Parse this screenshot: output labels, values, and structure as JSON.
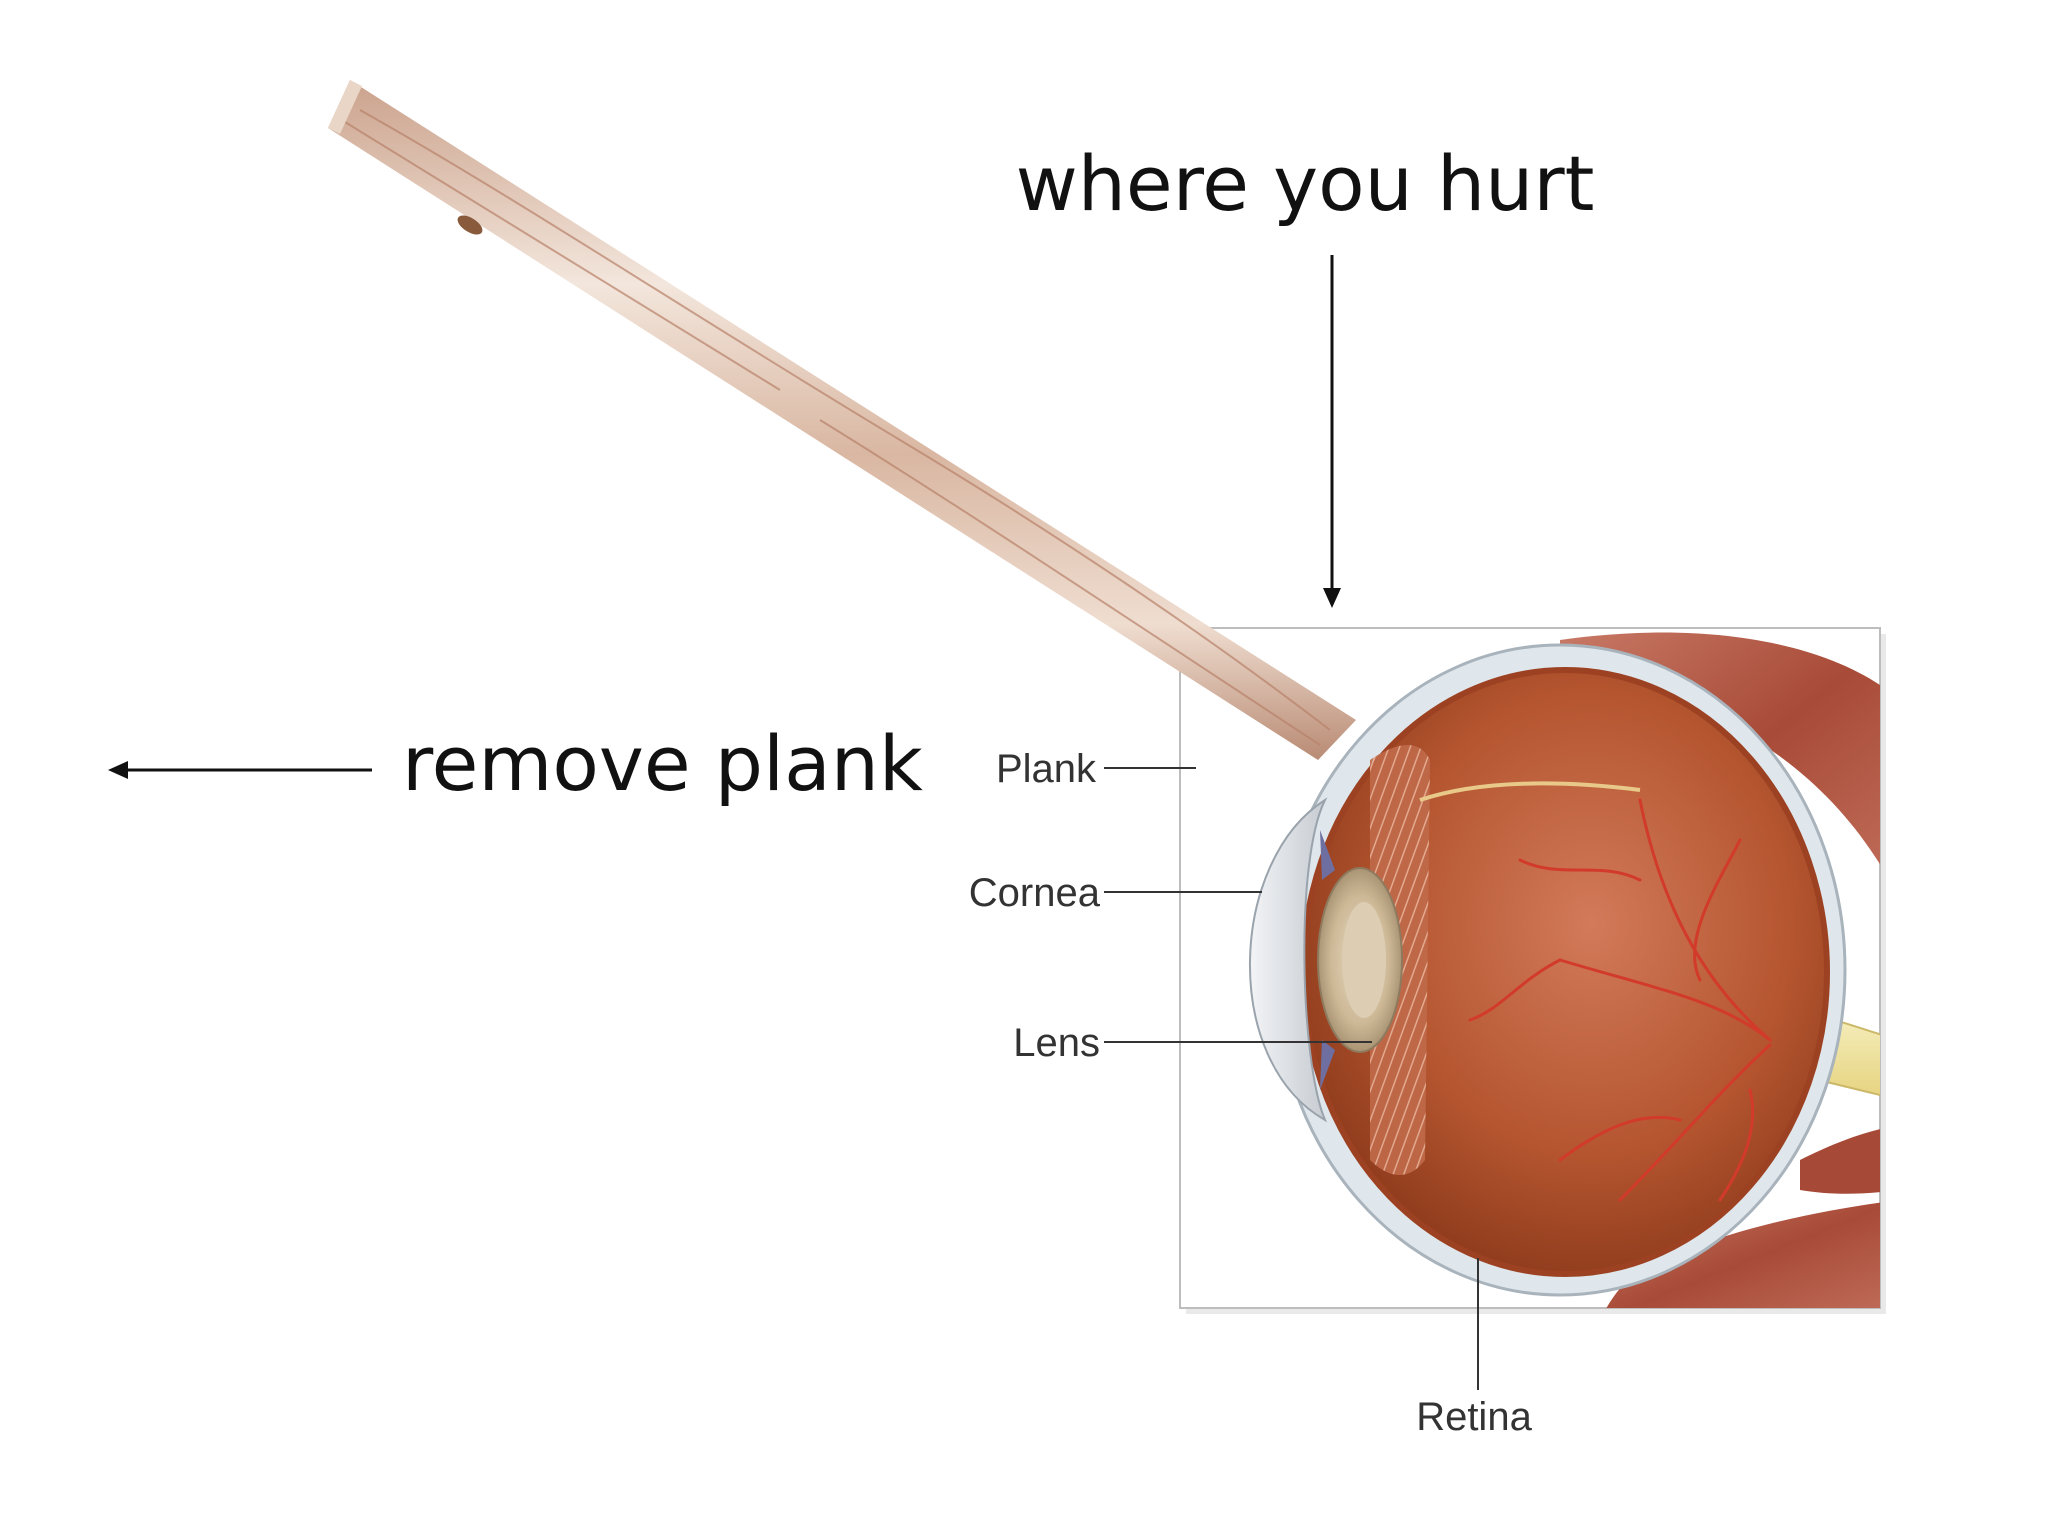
{
  "annotations": {
    "where_you_hurt": "where you hurt",
    "remove_plank": "remove plank"
  },
  "labels": {
    "plank": "Plank",
    "cornea": "Cornea",
    "lens": "Lens",
    "retina": "Retina"
  },
  "colors": {
    "background": "#ffffff",
    "text": "#111111",
    "label_text": "#333333",
    "muscle": "#b45a48",
    "eyeball": "#b4552f",
    "sclera": "#dfe6ec",
    "vessel": "#d23a2a",
    "lens": "#d8c7a8",
    "optic_nerve": "#f0e29a",
    "plank": "#e3cab8",
    "frame": "#bdbdbd"
  },
  "icons": {
    "down_arrow": "arrow-down-icon",
    "left_arrow": "arrow-left-icon"
  }
}
